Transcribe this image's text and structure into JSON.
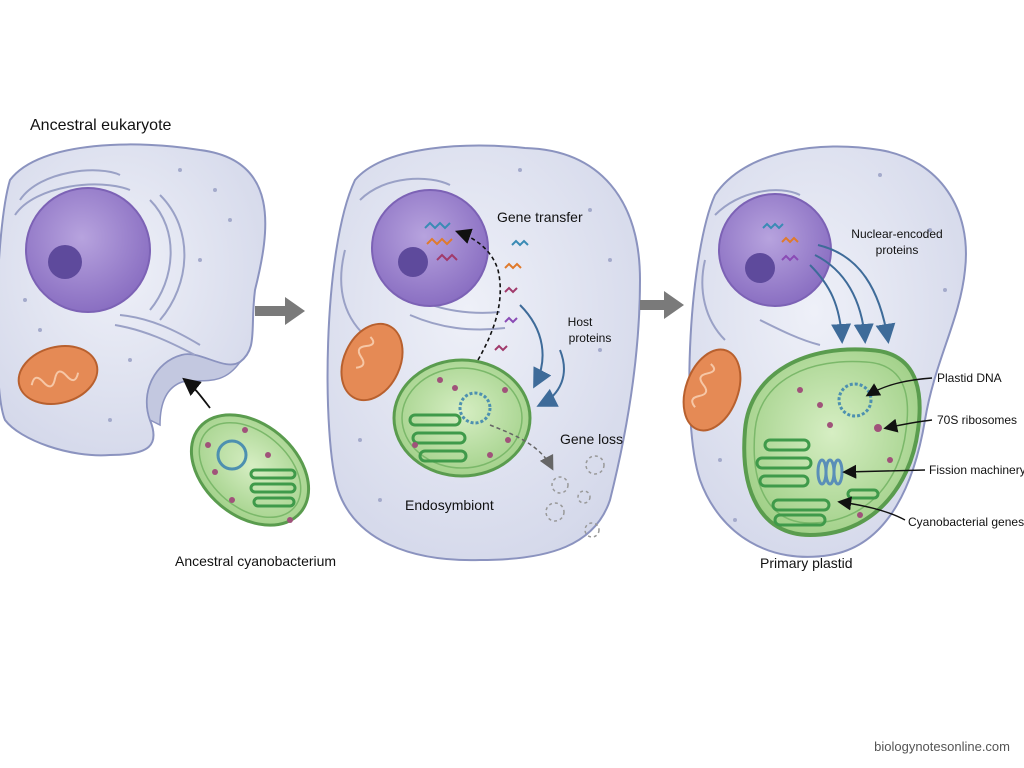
{
  "title_left": "Ancestral eukaryote",
  "labels": {
    "cyanobacterium": "Ancestral cyanobacterium",
    "endosymbiont": "Endosymbiont",
    "primary_plastid": "Primary plastid",
    "gene_transfer": "Gene transfer",
    "host_proteins_1": "Host",
    "host_proteins_2": "proteins",
    "gene_loss": "Gene loss",
    "nuclear_encoded_1": "Nuclear-encoded",
    "nuclear_encoded_2": "proteins",
    "plastid_dna": "Plastid DNA",
    "ribosomes": "70S ribosomes",
    "fission": "Fission machinery",
    "cyano_genes": "Cyanobacterial genes"
  },
  "watermark": "biologynotesonline.com",
  "colors": {
    "cell_fill": "#e4e7f3",
    "cell_stroke": "#8b93bf",
    "nucleus": "#9f85cf",
    "nucleolus": "#5e4a9c",
    "mitochondrion": "#e58a55",
    "cyano_fill": "#bfe0a8",
    "cyano_stroke": "#5a9c4e",
    "thylakoid": "#3f9a4a",
    "ribosome": "#a0527a",
    "arrow_gray": "#7a7a7a",
    "arrow_blue": "#3e6b99"
  }
}
